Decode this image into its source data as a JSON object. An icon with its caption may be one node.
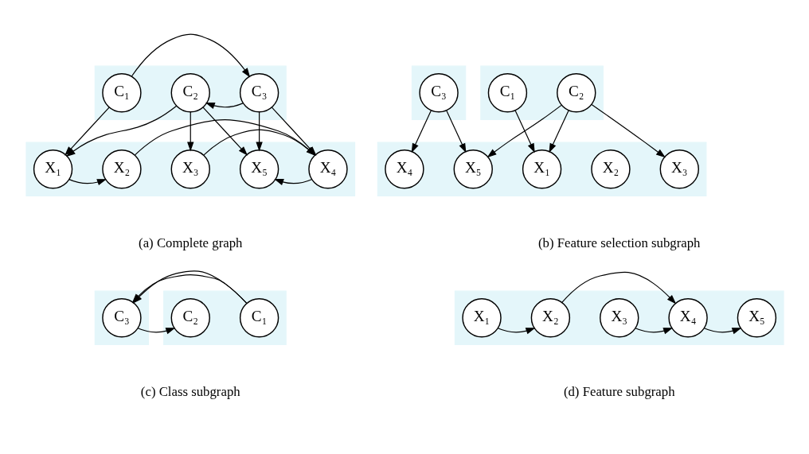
{
  "diagram": {
    "nodes": [
      {
        "text": [],
        "shape": "band"
      },
      {
        "text": [
          "C₁"
        ],
        "in": 0
      },
      {
        "text": [
          "C₂"
        ],
        "in": 0
      },
      {
        "text": [
          "C₃"
        ],
        "in": 0
      },
      {
        "text": [],
        "shape": "band"
      },
      {
        "text": [
          "X₁"
        ],
        "in": 4
      },
      {
        "text": [
          "X₂"
        ],
        "in": 4
      },
      {
        "text": [
          "X₃"
        ],
        "in": 4
      },
      {
        "text": [
          "X₄"
        ],
        "in": 4
      },
      {
        "text": [
          "X₅"
        ],
        "in": 4
      },
      {
        "text": [],
        "shape": "band"
      },
      {
        "text": [
          "C₁"
        ],
        "in": 10
      },
      {
        "text": [
          "C₂"
        ],
        "in": 10
      },
      {
        "text": [],
        "shape": "band"
      },
      {
        "text": [
          "C₃"
        ],
        "in": 13
      },
      {
        "text": [],
        "shape": "band"
      },
      {
        "text": [
          "X₁"
        ],
        "in": 15
      },
      {
        "text": [
          "X₂"
        ],
        "in": 15
      },
      {
        "text": [
          "X₃"
        ],
        "in": 15
      },
      {
        "text": [
          "X₄"
        ],
        "in": 15
      },
      {
        "text": [
          "X₅"
        ],
        "in": 15
      },
      {
        "text": [],
        "shape": "band"
      },
      {
        "text": [
          "C₁"
        ],
        "in": 21
      },
      {
        "text": [
          "C₂"
        ],
        "in": 21
      },
      {
        "text": [],
        "shape": "band"
      },
      {
        "text": [
          "C₃"
        ],
        "in": 24
      },
      {
        "text": [],
        "shape": "band"
      },
      {
        "text": [
          "X₁"
        ],
        "in": 26
      },
      {
        "text": [
          "X₂"
        ],
        "in": 26
      },
      {
        "text": [
          "X₃"
        ],
        "in": 26
      },
      {
        "text": [
          "X₄"
        ],
        "in": 26
      },
      {
        "text": [
          "X₅"
        ],
        "in": 26
      }
    ],
    "edges": [
      {
        "from": 1,
        "to": 3,
        "arrow": "to"
      },
      {
        "from": 3,
        "to": 2,
        "arrow": "to"
      },
      {
        "from": 1,
        "to": 5,
        "arrow": "to"
      },
      {
        "from": 2,
        "to": 5,
        "arrow": "to"
      },
      {
        "from": 2,
        "to": 7,
        "arrow": "to"
      },
      {
        "from": 2,
        "to": 9,
        "arrow": "to"
      },
      {
        "from": 3,
        "to": 8,
        "arrow": "to"
      },
      {
        "from": 3,
        "to": 9,
        "arrow": "to"
      },
      {
        "from": 5,
        "to": 6,
        "arrow": "to"
      },
      {
        "from": 7,
        "to": 8,
        "arrow": "to"
      },
      {
        "from": 8,
        "to": 9,
        "arrow": "to"
      },
      {
        "from": 6,
        "to": 8,
        "arrow": "to"
      },
      {
        "from": 11,
        "to": 16,
        "arrow": "to"
      },
      {
        "from": 12,
        "to": 16,
        "arrow": "to"
      },
      {
        "from": 12,
        "to": 18,
        "arrow": "to"
      },
      {
        "from": 12,
        "to": 20,
        "arrow": "to"
      },
      {
        "from": 14,
        "to": 19,
        "arrow": "to"
      },
      {
        "from": 14,
        "to": 20,
        "arrow": "to"
      },
      {
        "from": 22,
        "to": 25,
        "arrow": "to"
      },
      {
        "from": 25,
        "to": 23,
        "arrow": "to"
      },
      {
        "from": 27,
        "to": 28,
        "arrow": "to"
      },
      {
        "from": 29,
        "to": 30,
        "arrow": "to"
      },
      {
        "from": 30,
        "to": 31,
        "arrow": "to"
      },
      {
        "from": 28,
        "to": 30,
        "arrow": "to"
      }
    ],
    "labels": [
      "(a) Complete graph",
      "(b) Feature selection subgraph",
      "(c) Class subgraph",
      "(d) Feature subgraph"
    ]
  }
}
